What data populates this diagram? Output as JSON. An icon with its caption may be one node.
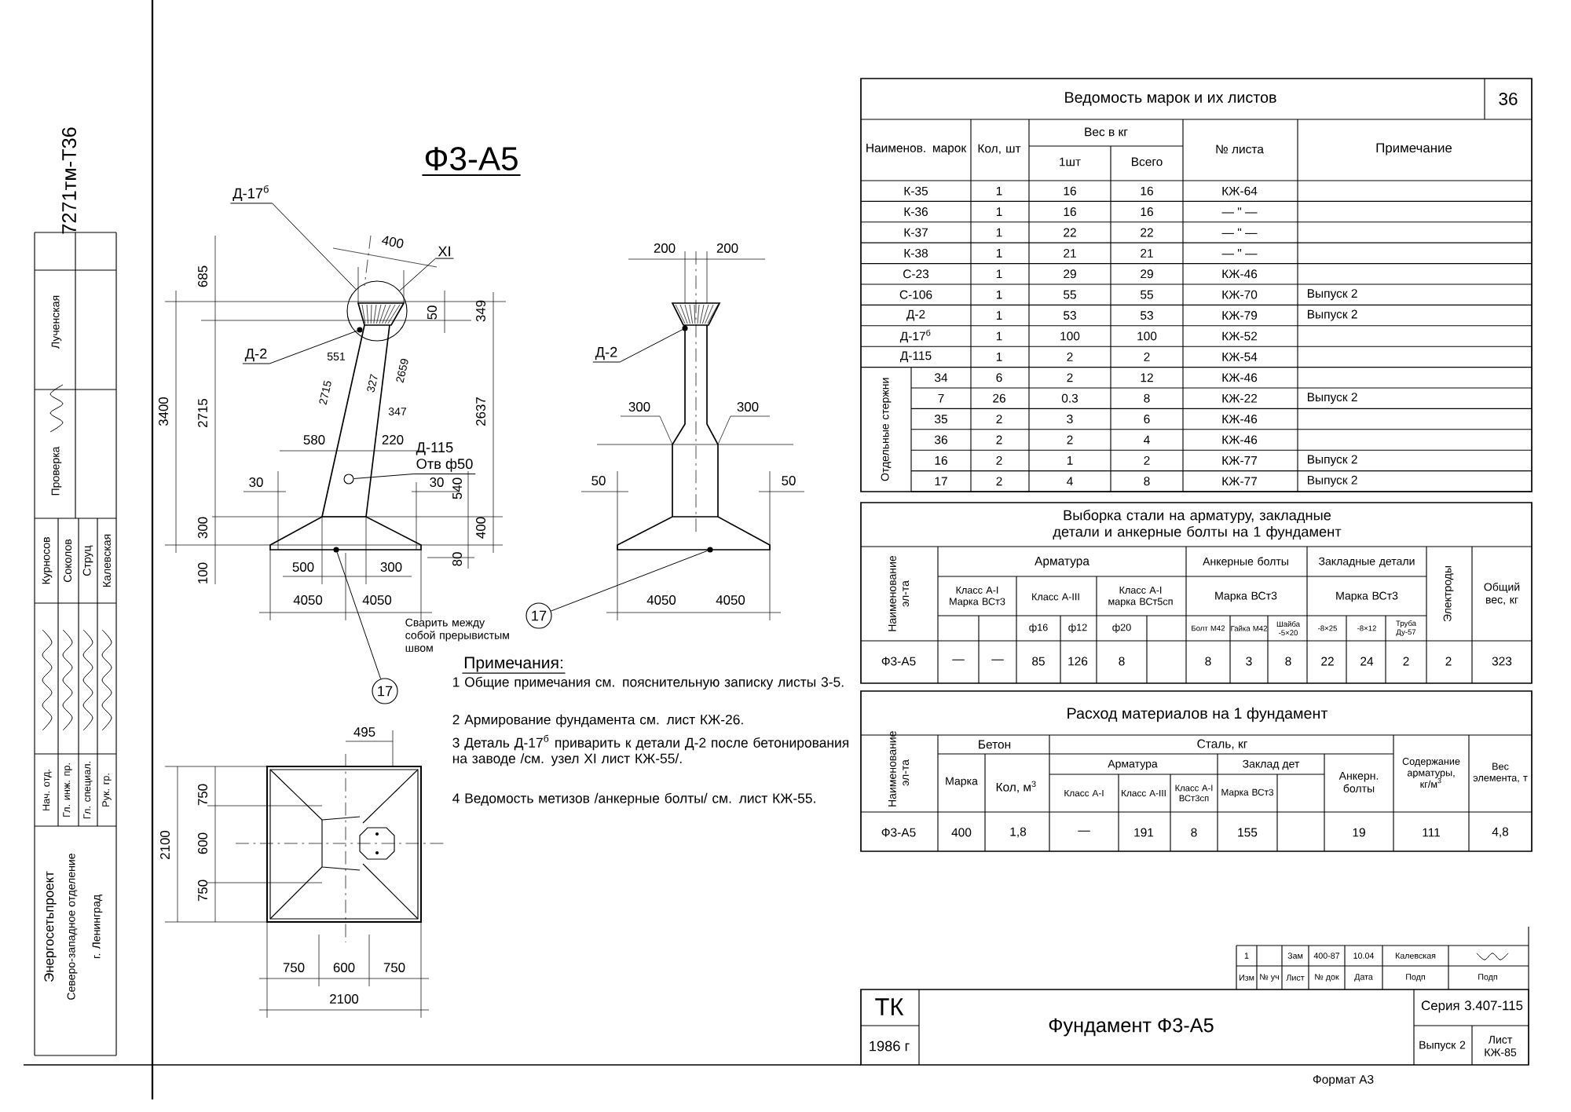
{
  "diagram": {
    "title": "Ф3-А5",
    "nodes": [
      {
        "text": [
          "Д-17$^{б}$"
        ]
      },
      {
        "text": [],
        "shape": "circle"
      },
      {
        "text": [
          "XI"
        ]
      },
      {
        "text": [
          "Д-2"
        ]
      },
      {
        "text": [
          "Д-2"
        ]
      },
      {
        "text": [
          "Д-115",
          "Отв ф50"
        ]
      },
      {
        "text": [
          "17"
        ],
        "beside": [
          "Сварить между собой прерывистым швом"
        ]
      },
      {
        "text": [
          "17"
        ]
      },
      {
        "text": [],
        "shape": "circle"
      },
      {
        "text": [],
        "shape": "circle",
        "in": 1
      },
      {
        "text": [],
        "shape": "circle"
      },
      {
        "text": [],
        "shape": "circle"
      },
      {
        "text": [],
        "shape": "circle"
      }
    ],
    "edges": [
      {
        "from": 0,
        "to": 1,
        "arrow": "none"
      },
      {
        "from": 2,
        "to": 1,
        "arrow": "none"
      },
      {
        "from": 3,
        "to": 9,
        "arrow": "none"
      },
      {
        "from": 4,
        "to": 10,
        "arrow": "none"
      },
      {
        "from": 5,
        "to": 8,
        "arrow": "none"
      },
      {
        "from": 6,
        "to": 11,
        "arrow": "none"
      },
      {
        "from": 7,
        "to": 12,
        "arrow": "none"
      }
    ],
    "labels": [
      "7271тм-Т36",
      "Лученская",
      "Проверка",
      "Курносов",
      "Соколов",
      "Струц",
      "Калевская",
      "Нач. отд.",
      "Гл. инж. пр.",
      "Гл. специал.",
      "Рук. гр.",
      "Энергосетьпроект",
      "Северо-западное отделение",
      "г. Ленинград",
      "400",
      "685",
      "3400",
      "2715",
      "50",
      "349",
      "2637",
      "551",
      "2715",
      "327",
      "2659",
      "347",
      "580",
      "220",
      "30",
      "30",
      "540",
      "300",
      "400",
      "100",
      "80",
      "500",
      "300",
      "4050",
      "4050",
      "200",
      "200",
      "300",
      "300",
      "50",
      "50",
      "4050",
      "4050",
      "495",
      "2100",
      "750",
      "600",
      "750",
      "750",
      "600",
      "750",
      "2100",
      "Примечания:",
      "1 Общие примечания см. пояснительную записку листы 3-5.",
      "2 Армирование фундамента см. лист КЖ-26.",
      "3 Деталь Д-17$^{б}$ приварить к детали Д-2 после бетонирования на заводе /см. узел XI лист КЖ-55/.",
      "4 Ведомость метизов /анкерные болты/ см. лист КЖ-55.",
      "Ведомость марок и их листов",
      "36",
      "Наименов. марок",
      "Кол, шт",
      "Вес в кг",
      "1шт",
      "Всего",
      "№ листа",
      "Примечание",
      "К-35",
      "1",
      "16",
      "16",
      "КЖ-64",
      "К-36",
      "1",
      "16",
      "16",
      "— \" —",
      "К-37",
      "1",
      "22",
      "22",
      "— \" —",
      "К-38",
      "1",
      "21",
      "21",
      "— \" —",
      "С-23",
      "1",
      "29",
      "29",
      "КЖ-46",
      "С-106",
      "1",
      "55",
      "55",
      "КЖ-70",
      "Выпуск 2",
      "Д-2",
      "1",
      "53",
      "53",
      "КЖ-79",
      "Выпуск 2",
      "Д-17$^{б}$",
      "1",
      "100",
      "100",
      "КЖ-52",
      "Д-115",
      "1",
      "2",
      "2",
      "КЖ-54",
      "Отдельные стержни",
      "34",
      "6",
      "2",
      "12",
      "КЖ-46",
      "7",
      "26",
      "0.3",
      "8",
      "КЖ-22",
      "Выпуск 2",
      "35",
      "2",
      "3",
      "6",
      "КЖ-46",
      "36",
      "2",
      "2",
      "4",
      "КЖ-46",
      "16",
      "2",
      "1",
      "2",
      "КЖ-77",
      "Выпуск 2",
      "17",
      "2",
      "4",
      "8",
      "КЖ-77",
      "Выпуск 2",
      "Выборка стали на арматуру, закладные детали и анкерные болты на 1 фундамент",
      "Наименование эл-та",
      "Арматура",
      "Анкерные болты",
      "Закладные детали",
      "Класс А-I Марка ВСт3",
      "Класс А-III",
      "Класс А-I марка ВСт5сп",
      "Марка ВСт3",
      "Марка ВСт3",
      "Электроды",
      "Общий вес, кг",
      "ф16",
      "ф12",
      "ф20",
      "Болт М42",
      "Гайка М42",
      "Шайба -5×20",
      "-8×25",
      "-8×12",
      "Труба Ду-57",
      "Ф3-А5",
      "—",
      "—",
      "85",
      "126",
      "8",
      "8",
      "3",
      "8",
      "22",
      "24",
      "2",
      "2",
      "323",
      "Расход материалов на 1 фундамент",
      "Наименование эл-та",
      "Бетон",
      "Сталь, кг",
      "Арматура",
      "Заклад дет",
      "Марка",
      "Кол, м$^{3}$",
      "Анкерн. болты",
      "Содержание арматуры, кг/м$^{3}$",
      "Вес элемента, т",
      "Класс А-I",
      "Класс А-III",
      "Класс А-I ВСт3сп",
      "Марка ВСт3",
      "Ф3-А5",
      "400",
      "1,8",
      "—",
      "191",
      "8",
      "155",
      "19",
      "111",
      "4,8",
      "1",
      "Зам",
      "400-87",
      "10.04",
      "Калевская",
      "Изм",
      "№ уч",
      "Лист",
      "№ док",
      "Дата",
      "Подп",
      "Подп",
      "ТК",
      "1986 г",
      "Фундамент Ф3-А5",
      "Серия 3.407-115",
      "Выпуск 2",
      "Лист КЖ-85",
      "Формат А3"
    ]
  }
}
